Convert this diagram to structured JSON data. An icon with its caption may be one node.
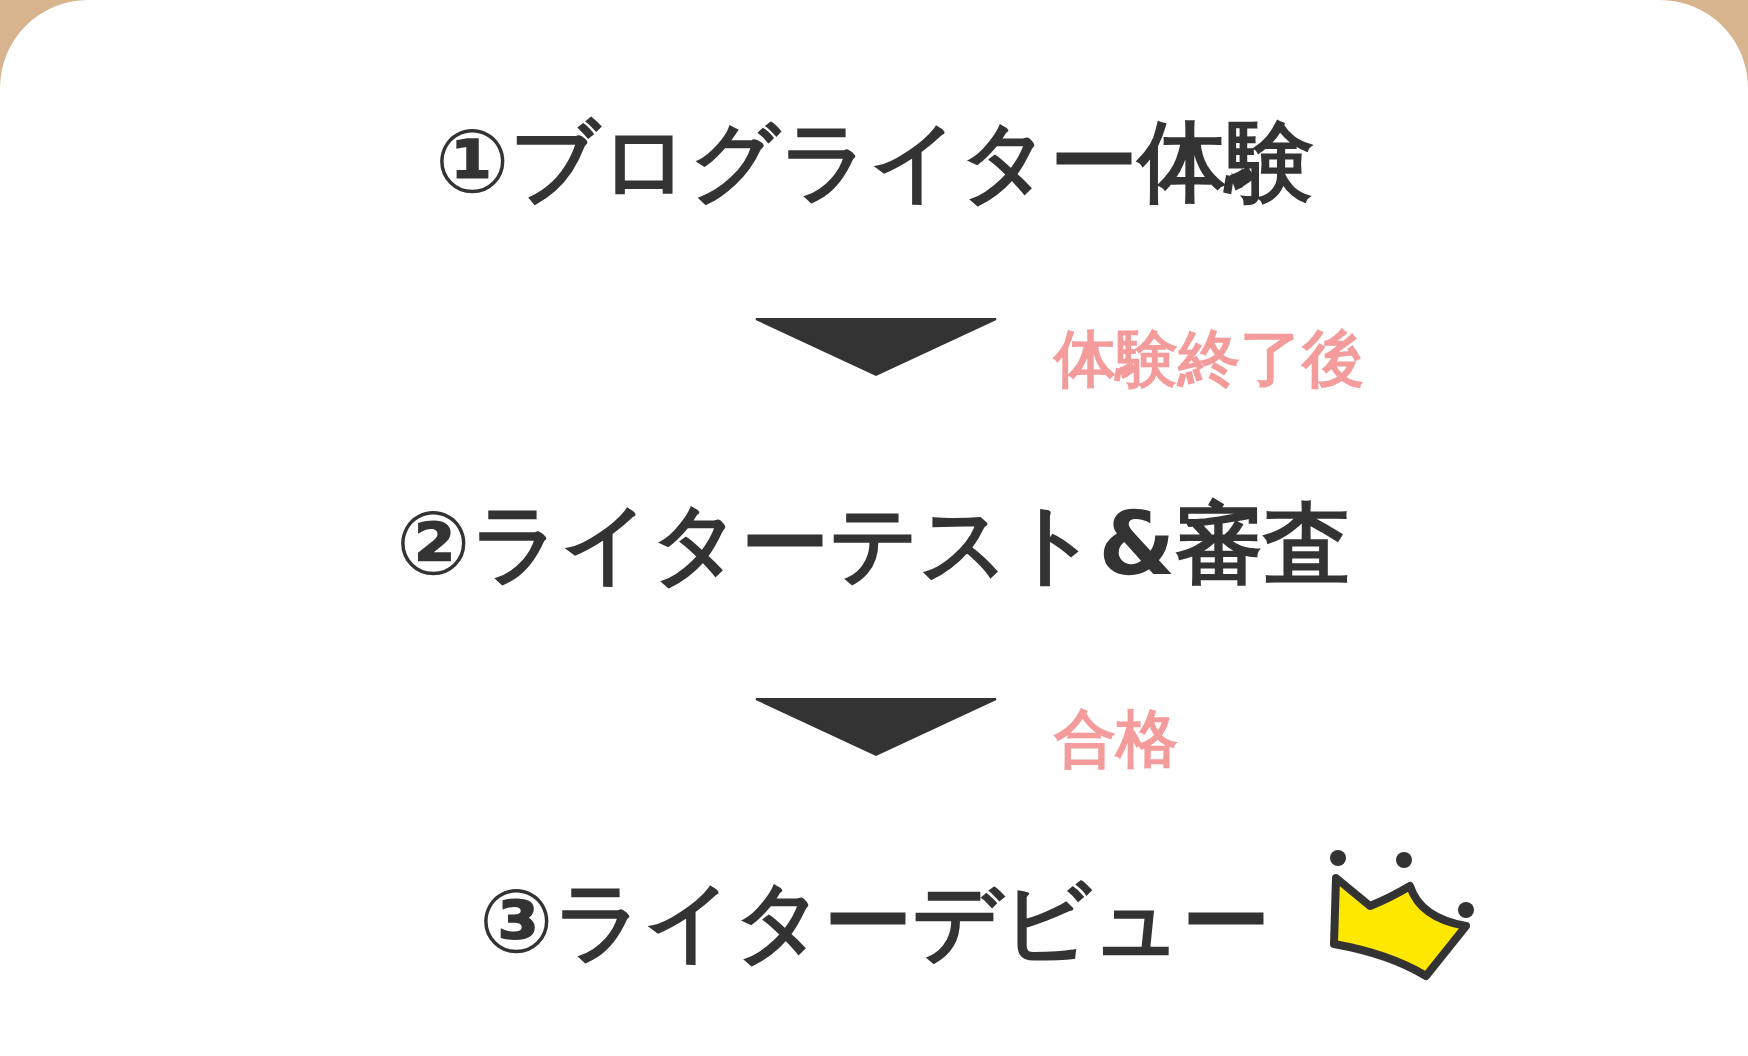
{
  "diagram": {
    "nodes": [
      {
        "text": [
          "①ブログライター体験"
        ]
      },
      {
        "text": [
          "②ライターテスト&審査"
        ]
      },
      {
        "text": [
          "③ライターデビュー"
        ]
      }
    ],
    "edges": [
      {
        "from": 0,
        "to": 1,
        "arrow": "to",
        "label": "体験終了後"
      },
      {
        "from": 1,
        "to": 2,
        "arrow": "to",
        "label": "合格"
      }
    ]
  }
}
